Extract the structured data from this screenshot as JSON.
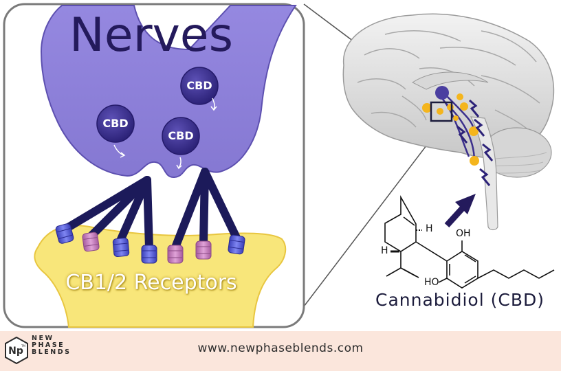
{
  "diagram": {
    "nerves_label": "Nerves",
    "receptors_label": "CB1/2 Receptors",
    "cbd_molecule_labels": [
      "CBD",
      "CBD",
      "CBD"
    ],
    "compound_name": "Cannabidiol (CBD)",
    "molecule_atoms": {
      "h_top": "H",
      "h_left": "H",
      "oh_top": "OH",
      "ho_bottom": "HO"
    }
  },
  "footer": {
    "logo_initials": "Np",
    "logo_tm": "TM",
    "brand_lines": [
      "NEW",
      "PHASE",
      "BLENDS"
    ],
    "website": "www.newphaseblends.com"
  },
  "colors": {
    "nerve_purple": "#8f82d8",
    "cbd_circle": "#3b2f8c",
    "receptor_yellow": "#f8e67a",
    "receptor_blue": "#4f55d6",
    "receptor_pink": "#c77bbd",
    "footer_bg": "#fbe6dc",
    "title_navy": "#241a5c"
  }
}
